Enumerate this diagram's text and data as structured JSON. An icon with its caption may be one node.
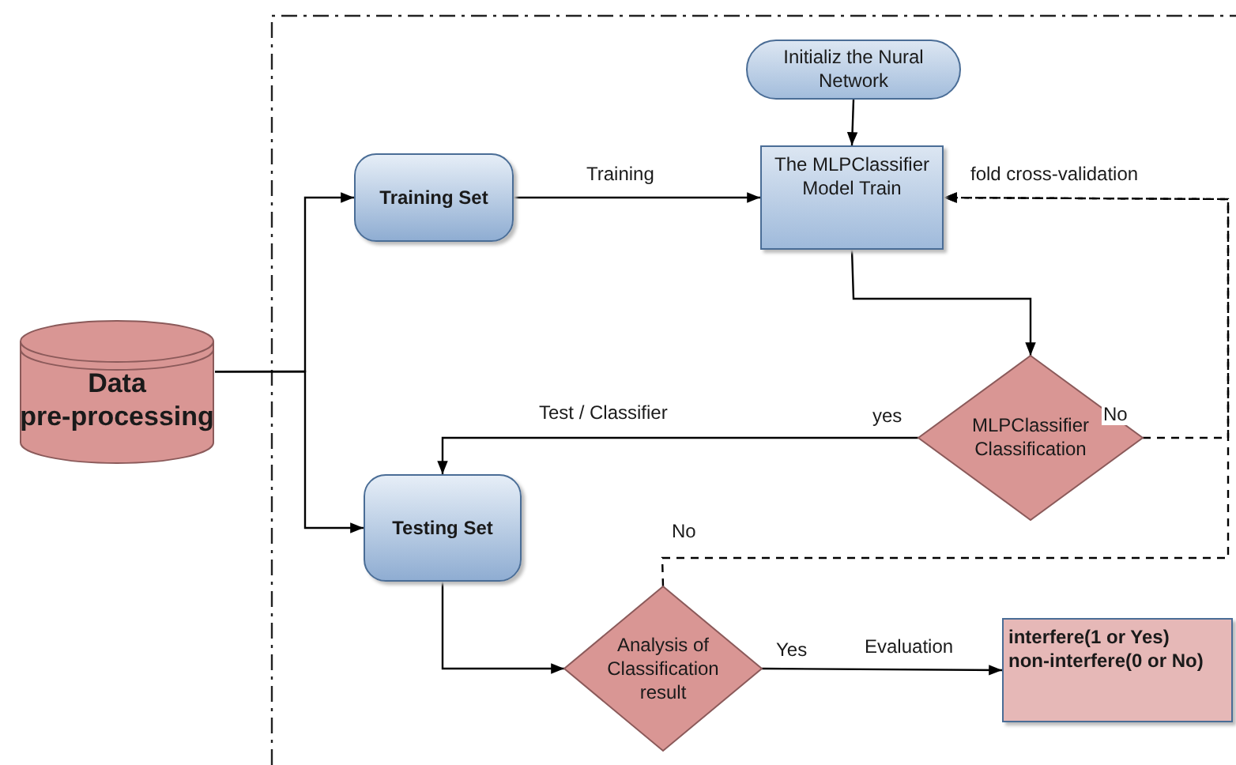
{
  "diagram": {
    "nodes": [
      {
        "text": [
          "Data pre-processing"
        ]
      },
      {
        "text": [
          "Training Set"
        ]
      },
      {
        "text": [
          "Testing Set"
        ]
      },
      {
        "text": [
          "Initializ the Nural Network"
        ]
      },
      {
        "text": [
          "The MLPClassifier Model Train"
        ]
      },
      {
        "text": [
          "MLPClassifier Classification"
        ]
      },
      {
        "text": [
          "Analysis of Classification result"
        ]
      },
      {
        "text": [
          "interfere(1 or Yes)",
          "non-interfere(0 or No)"
        ]
      }
    ],
    "edges": [
      {
        "from": 0,
        "to": 1,
        "arrow": "to"
      },
      {
        "from": 0,
        "to": 2,
        "arrow": "to"
      },
      {
        "from": 1,
        "to": 4,
        "arrow": "to",
        "label": "Training"
      },
      {
        "from": 3,
        "to": 4,
        "arrow": "to"
      },
      {
        "from": 4,
        "to": 5,
        "arrow": "to"
      },
      {
        "from": 5,
        "to": 2,
        "arrow": "to",
        "label": "Test / Classifier"
      },
      {
        "from": 5,
        "to": 4,
        "arrow": "to",
        "style": "dashed",
        "label": "No"
      },
      {
        "from": 6,
        "to": 4,
        "arrow": "to",
        "style": "dashed",
        "label": "No"
      },
      {
        "from": 2,
        "to": 6,
        "arrow": "to"
      },
      {
        "from": 6,
        "to": 7,
        "arrow": "to",
        "label": "Evaluation"
      }
    ],
    "labels": [
      "fold cross-validation",
      "yes",
      "Yes"
    ]
  }
}
